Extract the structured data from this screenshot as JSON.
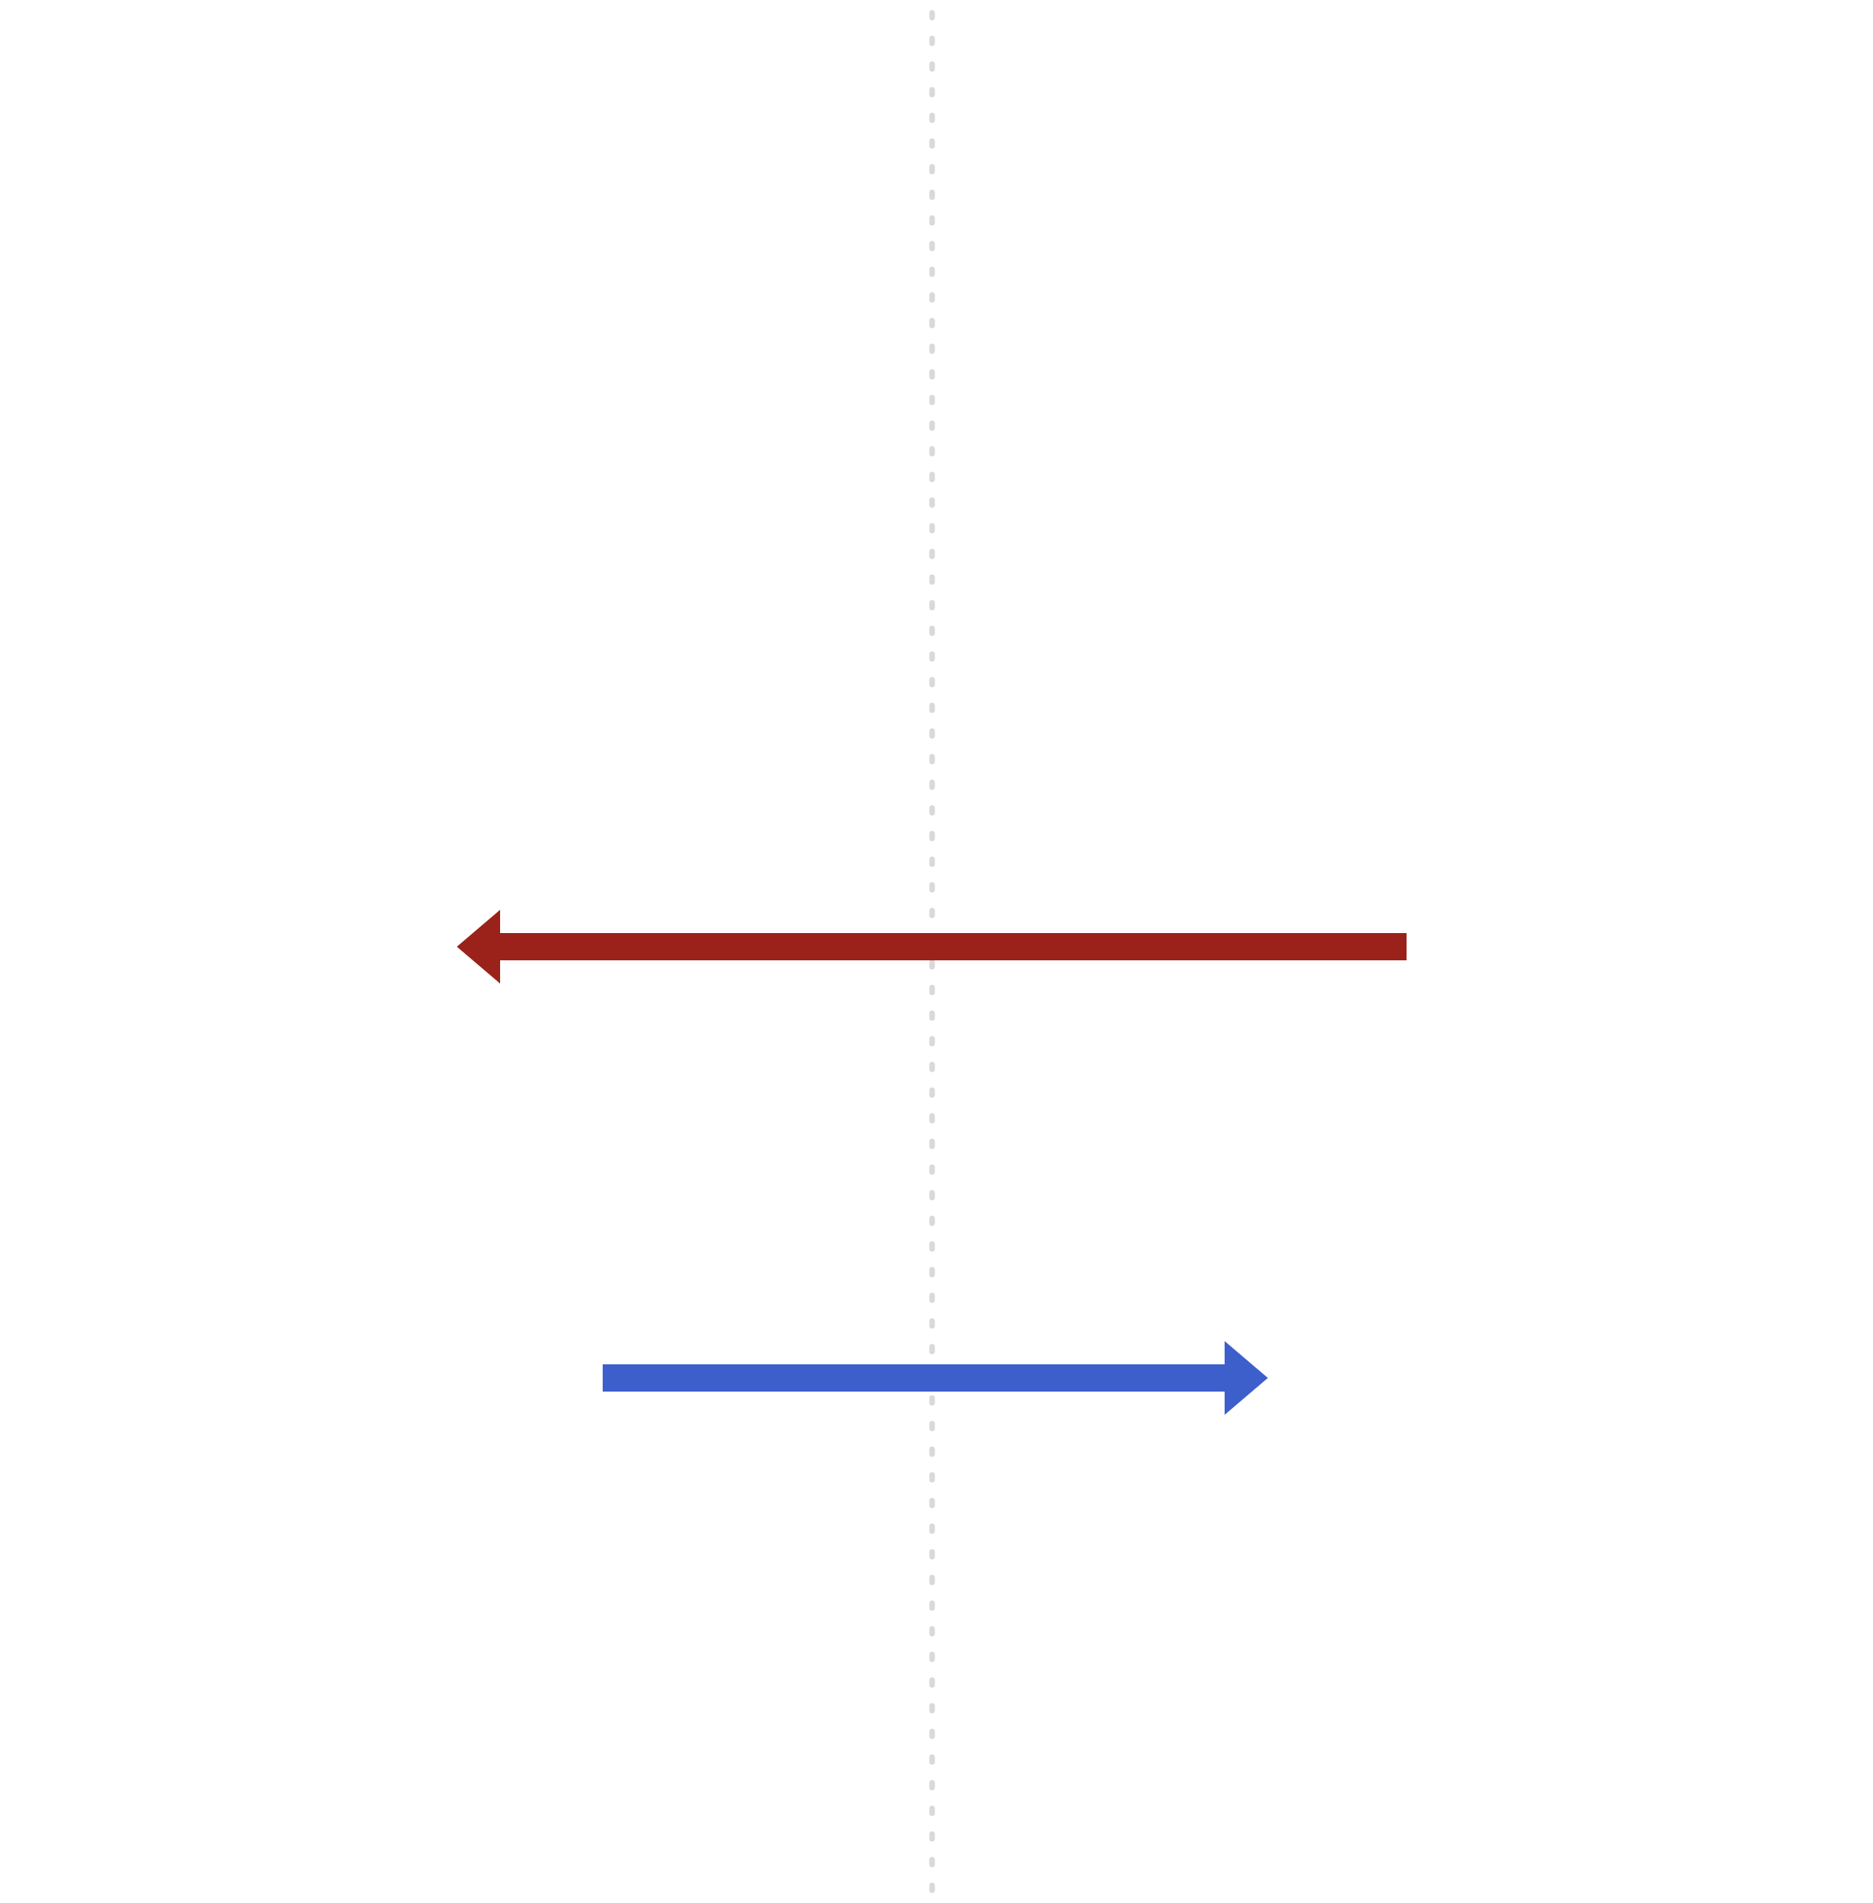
{
  "diagram": {
    "background": "#ffffff",
    "center_line": {
      "style": "dotted",
      "color": "#d9d9d9"
    },
    "arrows": [
      {
        "id": "red",
        "direction": "left",
        "color": "#9b221a"
      },
      {
        "id": "blue",
        "direction": "right",
        "color": "#3d5fcc"
      }
    ]
  }
}
